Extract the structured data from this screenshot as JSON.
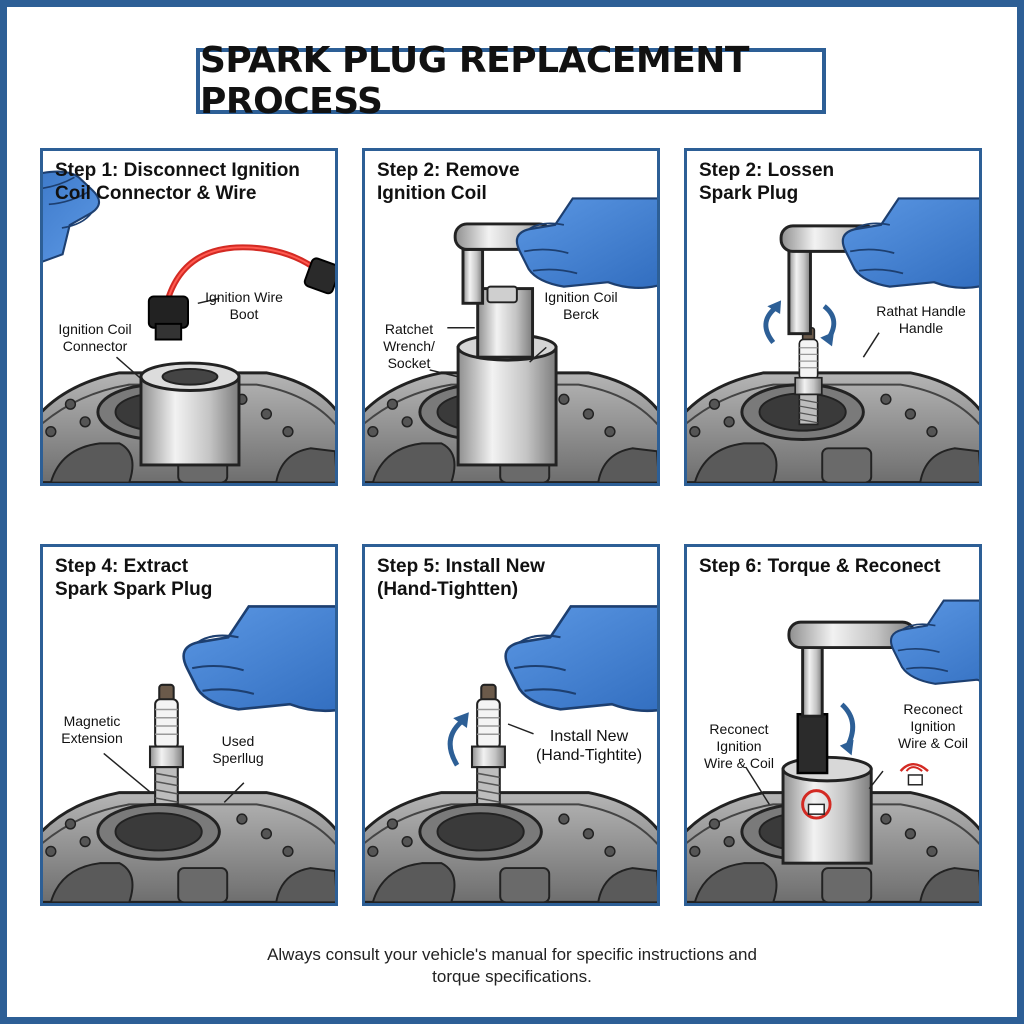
{
  "title": "SPARK PLUG REPLACEMENT PROCESS",
  "steps": [
    {
      "title": "Step 1: Disconnect Ignition\nCoil Connector & Wire",
      "labels": [
        "Ignition Wire\nBoot",
        "Ignition Coil\nConnector"
      ]
    },
    {
      "title": "Step 2: Remove\nIgnition Coil",
      "labels": [
        "Ignition Coil\nBerck",
        "Ratchet\nWrench/\nSocket"
      ]
    },
    {
      "title": "Step 2: Lossen\nSpark Plug",
      "labels": [
        "Rathat Handle\nHandle"
      ]
    },
    {
      "title": "Step 4: Extract\nSpark Spark Plug",
      "labels": [
        "Magnetic\nExtension",
        "Used\nSperllug"
      ]
    },
    {
      "title": "Step 5: Install New\n(Hand-Tightten)",
      "labels": [
        "Install New\n(Hand-Tightite)"
      ]
    },
    {
      "title": "Step 6: Torque & Reconect",
      "labels": [
        "Reconect\nIgnition\nWire & Coil",
        "Reconect\nIgnition\nWire & Coil"
      ]
    }
  ],
  "footer": "Always consult your vehicle's manual for specific instructions and\ntorque specifications.",
  "colors": {
    "frame": "#2d5f96",
    "glove": "#3f7dd1",
    "wire": "#e0302a",
    "metal": "#c9c9c9",
    "engine": "#9a9a9a"
  }
}
